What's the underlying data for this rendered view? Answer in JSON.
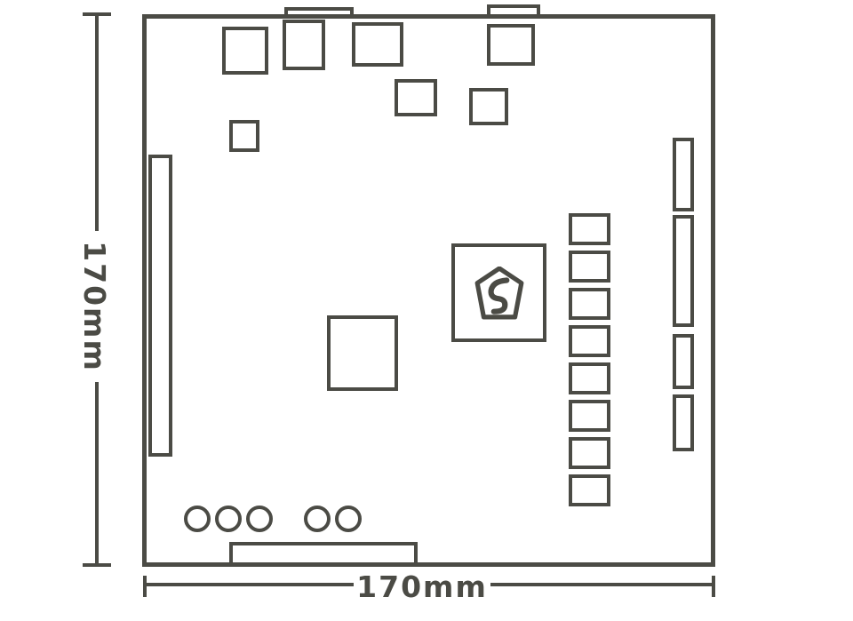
{
  "diagram": {
    "kind": "board-outline-dimension-drawing",
    "horizontal_label": "170mm",
    "vertical_label": "170mm",
    "line_color": "#4b4b45",
    "background_color": "#ffffff",
    "logo_icon": "chip-logo"
  }
}
